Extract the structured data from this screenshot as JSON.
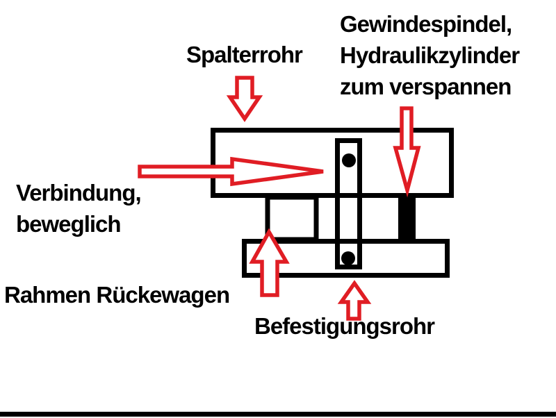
{
  "colors": {
    "red": "#e01d24",
    "ink": "#000000",
    "paper": "#ffffff"
  },
  "labels": {
    "spalterrohr": "Spalterrohr",
    "gewindespindel_line1": "Gewindespindel,",
    "gewindespindel_line2": "Hydraulikzylinder",
    "gewindespindel_line3": "zum verspannen",
    "verbindung_line1": "Verbindung,",
    "verbindung_line2": "beweglich",
    "rahmen_rueckewagen": "Rahmen Rückewagen",
    "befestigungsrohr": "Befestigungsrohr"
  }
}
